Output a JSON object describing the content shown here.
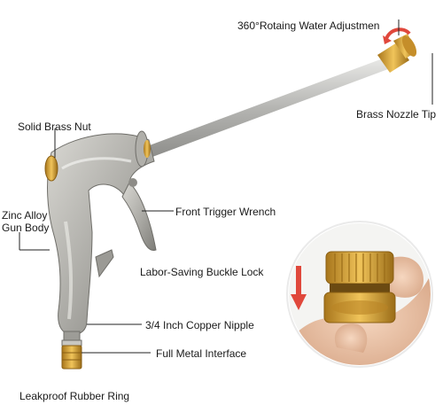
{
  "labels": {
    "rotating": "360°Rotaing Water Adjustmen",
    "nozzle_tip": "Brass Nozzle Tip",
    "brass_nut": "Solid Brass Nut",
    "gun_body_line1": "Zinc Alloy",
    "gun_body_line2": "Gun Body",
    "trigger": "Front Trigger Wrench",
    "buckle_lock": "Labor-Saving Buckle Lock",
    "copper_nipple": "3/4 Inch Copper Nipple",
    "metal_interface": "Full Metal Interface",
    "rubber_ring": "Leakproof Rubber Ring"
  },
  "colors": {
    "chrome": "#b9b9b6",
    "chrome_dark": "#7f7f7c",
    "brass": "#d7a53a",
    "brass_dark": "#9a6c18",
    "skin": "#f0c9ae",
    "arrow_red": "#e0483c",
    "leader_line": "#222222"
  },
  "icons": [
    "down-arrow-icon",
    "rotation-arrow-icon"
  ]
}
